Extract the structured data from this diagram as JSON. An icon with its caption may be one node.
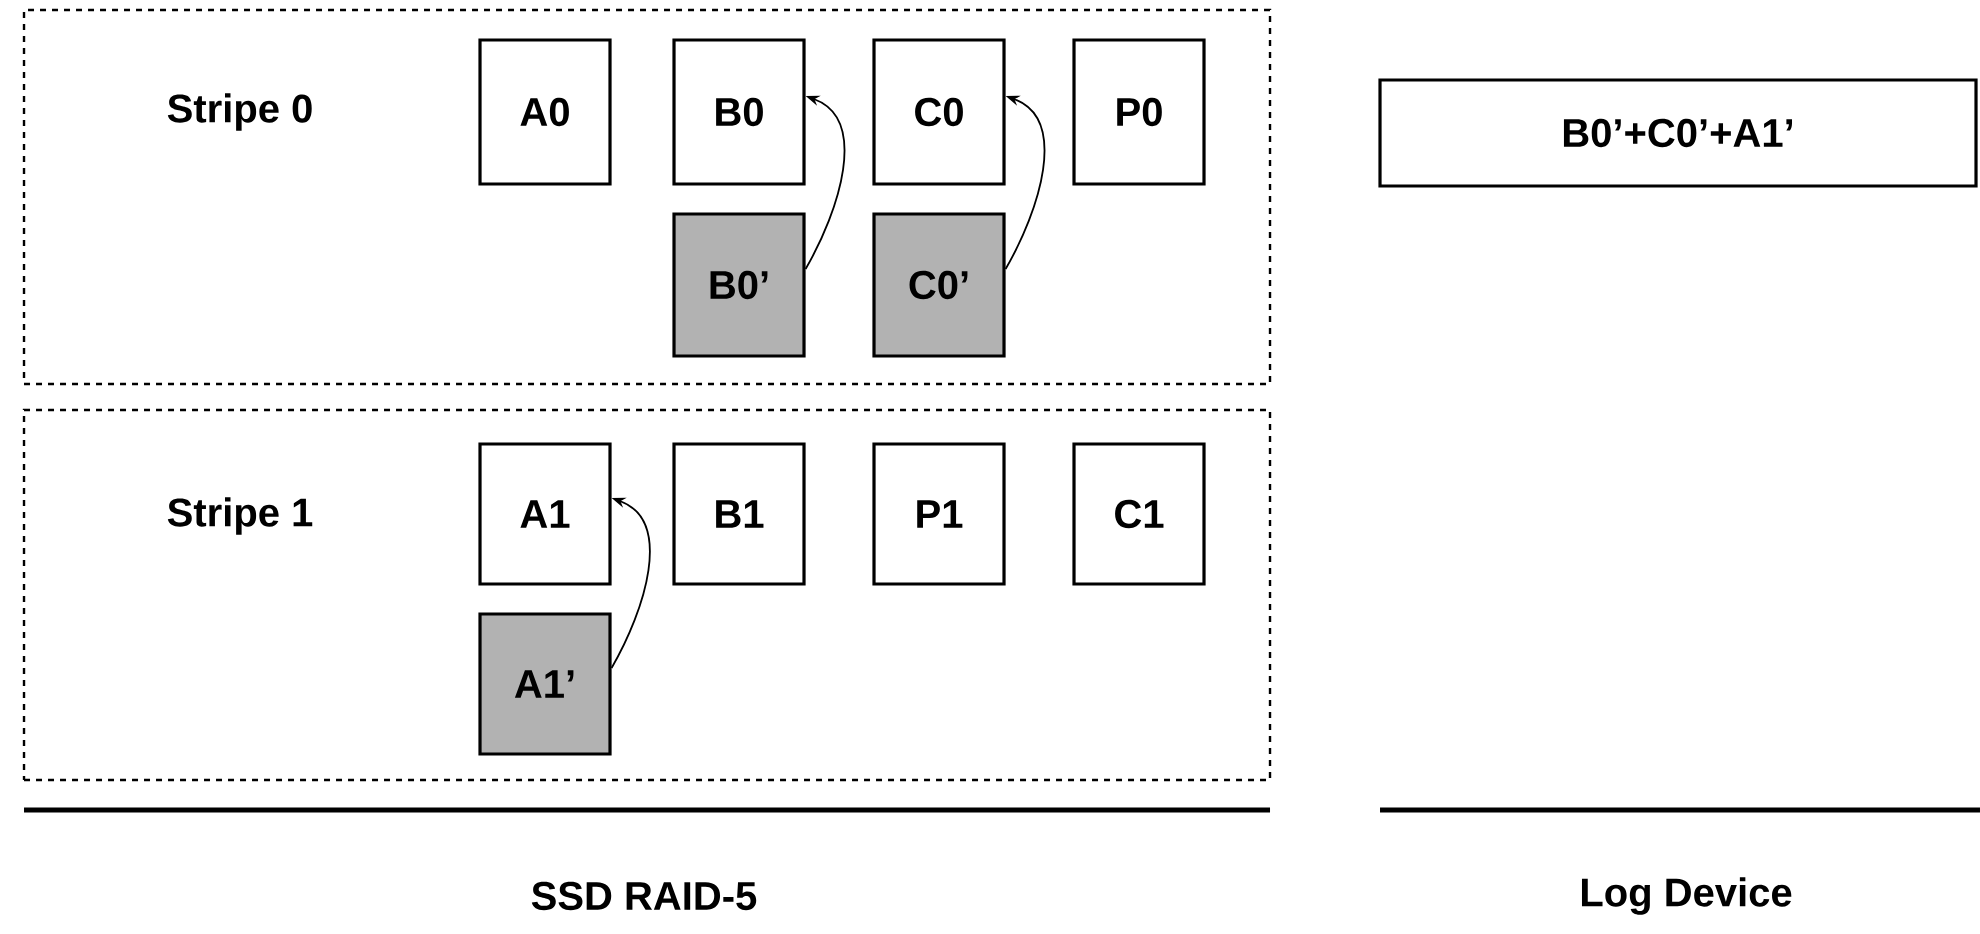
{
  "diagram": {
    "nodes": [
      {
        "text": [
          "Stripe 0"
        ]
      },
      {
        "text": [
          "A0"
        ],
        "in": 0
      },
      {
        "text": [
          "B0"
        ],
        "in": 0
      },
      {
        "text": [
          "C0"
        ],
        "in": 0
      },
      {
        "text": [
          "P0"
        ],
        "in": 0
      },
      {
        "text": [
          "B0’"
        ],
        "in": 0
      },
      {
        "text": [
          "C0’"
        ],
        "in": 0
      },
      {
        "text": [
          "Stripe 1"
        ]
      },
      {
        "text": [
          "A1"
        ],
        "in": 7
      },
      {
        "text": [
          "B1"
        ],
        "in": 7
      },
      {
        "text": [
          "P1"
        ],
        "in": 7
      },
      {
        "text": [
          "C1"
        ],
        "in": 7
      },
      {
        "text": [
          "A1’"
        ],
        "in": 7
      },
      {
        "text": [
          "B0’+C0’+A1’"
        ]
      }
    ],
    "edges": [
      {
        "from": 5,
        "to": 2,
        "arrow": "to"
      },
      {
        "from": 6,
        "to": 3,
        "arrow": "to"
      },
      {
        "from": 12,
        "to": 8,
        "arrow": "to"
      }
    ],
    "labels": [
      "SSD RAID-5",
      "Log Device"
    ]
  }
}
